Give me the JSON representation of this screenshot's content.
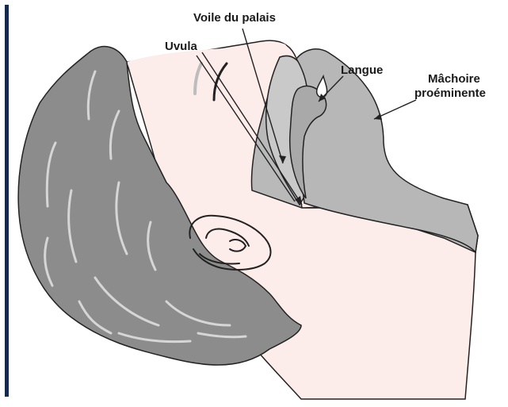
{
  "labels": {
    "voile": "Voile du palais",
    "uvula": "Uvula",
    "langue": "Langue",
    "machoire_1": "Mâchoire",
    "machoire_2": "proéminente"
  },
  "colors": {
    "accent_bar": "#15294d",
    "hair": "#8c8c8c",
    "hair_streak": "#d6d6d6",
    "skin": "#fcecea",
    "airway": "#b9b9b9",
    "tissue": "#c9c9c9",
    "tongue": "#a9a9a9",
    "outline": "#222222"
  }
}
